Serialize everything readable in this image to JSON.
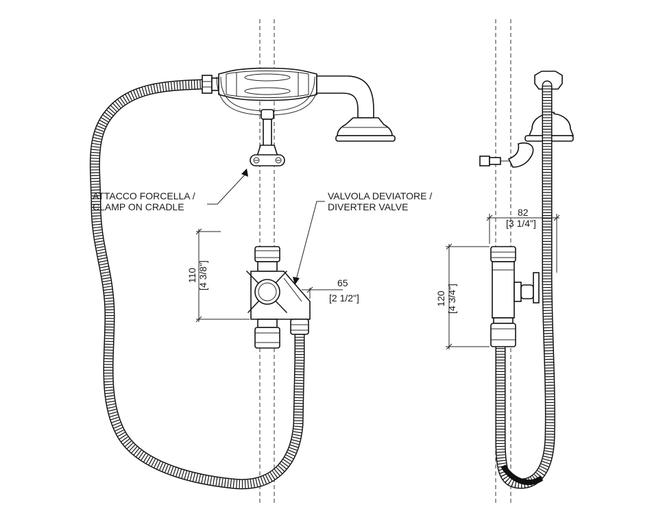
{
  "labels": {
    "clamp_line1": "ATTACCO FORCELLA /",
    "clamp_line2": "CLAMP ON CRADLE",
    "valve_line1": "VALVOLA DEVIATORE /",
    "valve_line2": "DIVERTER VALVE"
  },
  "dimensions": {
    "front_height_mm": "110",
    "front_height_in": "[4 3/8\"]",
    "front_width_mm": "65",
    "front_width_in": "[2 1/2\"]",
    "side_depth_mm": "82",
    "side_depth_in": "[3 1/4\"]",
    "side_height_mm": "120",
    "side_height_in": "[4 3/4\"]"
  }
}
